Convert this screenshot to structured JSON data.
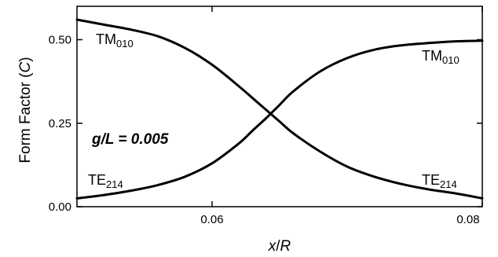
{
  "chart_data": {
    "type": "line",
    "xlabel": {
      "base": "x/R",
      "italic_parts": [
        "x",
        "R"
      ]
    },
    "ylabel": "Form Factor (C)",
    "xlim": [
      0.05,
      0.08
    ],
    "ylim": [
      0.0,
      0.6
    ],
    "x_ticks": [
      0.06,
      0.08
    ],
    "x_tick_labels": [
      "0.06",
      "0.08"
    ],
    "y_ticks": [
      0.0,
      0.25,
      0.5
    ],
    "y_tick_labels": [
      "0.00",
      "0.25",
      "0.50"
    ],
    "grid": false,
    "series": [
      {
        "name": "TM010 (decreasing)",
        "x": [
          0.05,
          0.052,
          0.054,
          0.056,
          0.058,
          0.06,
          0.062,
          0.063,
          0.064,
          0.065,
          0.066,
          0.068,
          0.07,
          0.072,
          0.074,
          0.076,
          0.078,
          0.08
        ],
        "y": [
          0.56,
          0.545,
          0.53,
          0.51,
          0.475,
          0.425,
          0.36,
          0.325,
          0.29,
          0.255,
          0.22,
          0.165,
          0.12,
          0.09,
          0.068,
          0.052,
          0.04,
          0.025
        ]
      },
      {
        "name": "TE214 (increasing)",
        "x": [
          0.05,
          0.052,
          0.054,
          0.056,
          0.058,
          0.06,
          0.062,
          0.063,
          0.064,
          0.065,
          0.066,
          0.068,
          0.07,
          0.072,
          0.074,
          0.076,
          0.078,
          0.08
        ],
        "y": [
          0.025,
          0.035,
          0.048,
          0.065,
          0.09,
          0.13,
          0.19,
          0.228,
          0.265,
          0.305,
          0.345,
          0.405,
          0.445,
          0.47,
          0.483,
          0.49,
          0.495,
          0.497
        ]
      }
    ],
    "annotations": [
      {
        "base": "TM",
        "sub": "010",
        "pos": "upper-left"
      },
      {
        "base": "TM",
        "sub": "010",
        "pos": "upper-right"
      },
      {
        "base": "TE",
        "sub": "214",
        "pos": "lower-left"
      },
      {
        "base": "TE",
        "sub": "214",
        "pos": "lower-right"
      },
      {
        "text": "g/L = 0.005",
        "pos": "middle-left",
        "bold": true
      }
    ]
  }
}
